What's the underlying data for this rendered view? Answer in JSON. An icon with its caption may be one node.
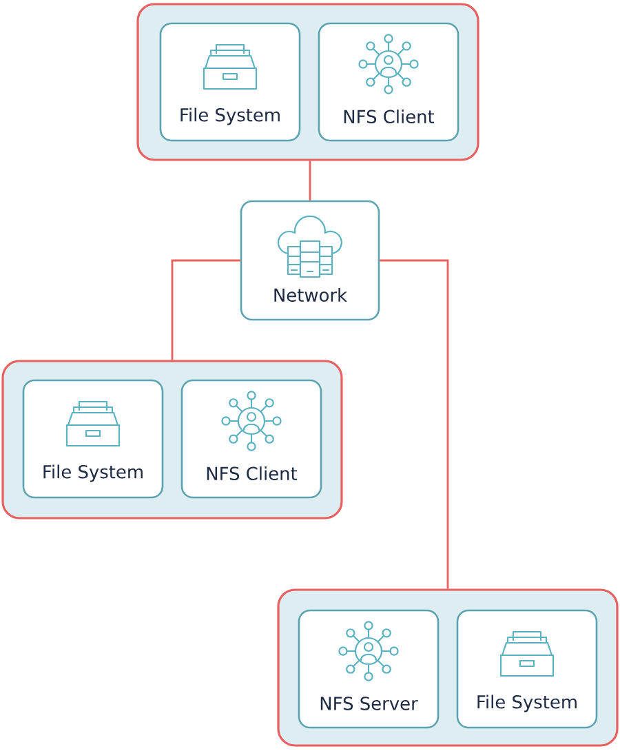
{
  "diagram": {
    "nodes": [
      {
        "text": [],
        "shape": "box"
      },
      {
        "text": [
          "File System"
        ],
        "in": 0
      },
      {
        "text": [
          "NFS Client"
        ],
        "in": 0
      },
      {
        "text": [
          "Network"
        ]
      },
      {
        "text": [],
        "shape": "box"
      },
      {
        "text": [
          "File System"
        ],
        "in": 4
      },
      {
        "text": [
          "NFS Client"
        ],
        "in": 4
      },
      {
        "text": [],
        "shape": "box"
      },
      {
        "text": [
          "NFS Server"
        ],
        "in": 7
      },
      {
        "text": [
          "File System"
        ],
        "in": 7
      }
    ],
    "edges": [
      {
        "from": 0,
        "to": 3,
        "arrow": "none"
      },
      {
        "from": 3,
        "to": 4,
        "arrow": "none"
      },
      {
        "from": 3,
        "to": 7,
        "arrow": "none"
      }
    ]
  }
}
